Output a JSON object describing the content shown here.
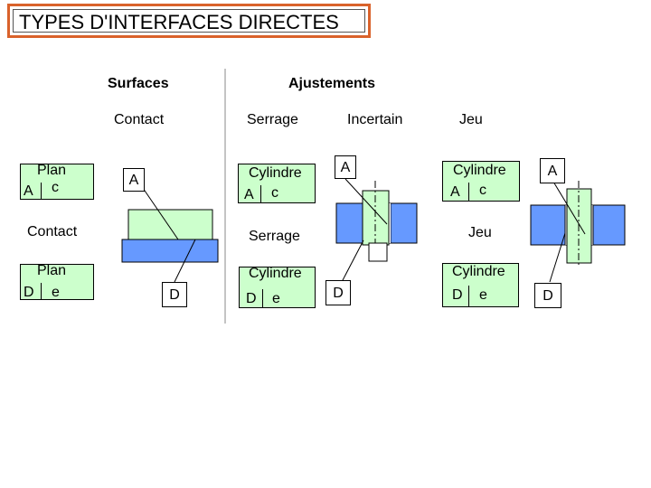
{
  "title": "TYPES D'INTERFACES DIRECTES",
  "headers": {
    "surfaces": "Surfaces",
    "ajustements": "Ajustements"
  },
  "subheaders": {
    "contact": "Contact",
    "serrage": "Serrage",
    "incertain": "Incertain",
    "jeu": "Jeu"
  },
  "left_panel": {
    "top_card": {
      "name": "Plan",
      "letter": "A",
      "sub": "c"
    },
    "middle_label": "Contact",
    "bottom_card": {
      "name": "Plan",
      "letter": "D",
      "sub": "e"
    }
  },
  "contact_diagram": {
    "top_letter": "A",
    "bottom_letter": "D"
  },
  "serrage_panel": {
    "top_card": {
      "name": "Cylindre",
      "letter": "A",
      "sub": "c"
    },
    "middle_label": "Serrage",
    "bottom_card": {
      "name": "Cylindre",
      "letter": "D",
      "sub": "e"
    }
  },
  "incertain_diagram": {
    "top_letter": "A",
    "bottom_letter": "D"
  },
  "jeu_panel": {
    "top_card": {
      "name": "Cylindre",
      "letter": "A",
      "sub": "c"
    },
    "middle_label": "Jeu",
    "bottom_card": {
      "name": "Cylindre",
      "letter": "D",
      "sub": "e"
    }
  },
  "jeu_diagram": {
    "top_letter": "A",
    "bottom_letter": "D"
  },
  "colors": {
    "green": "#ccffcc",
    "blue": "#6699ff",
    "title_border": "#d9622b"
  }
}
